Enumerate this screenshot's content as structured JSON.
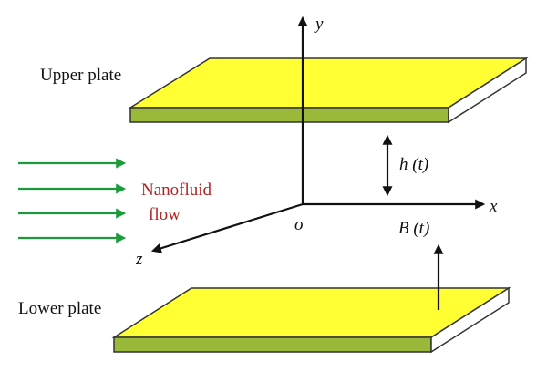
{
  "labels": {
    "upper_plate": "Upper plate",
    "lower_plate": "Lower plate",
    "nanofluid": "Nanofluid",
    "flow": "flow",
    "axis_y": "y",
    "axis_x": "x",
    "axis_z": "z",
    "origin": "o",
    "gap": "h (t)",
    "field": "B (t)"
  },
  "colors": {
    "plate_top": "#ffff33",
    "plate_side": "#9ab83a",
    "plate_edge": "#ffffff",
    "flow_arrow": "#1a9c3a",
    "nanofluid_text": "#b22222",
    "axis": "#111111"
  }
}
